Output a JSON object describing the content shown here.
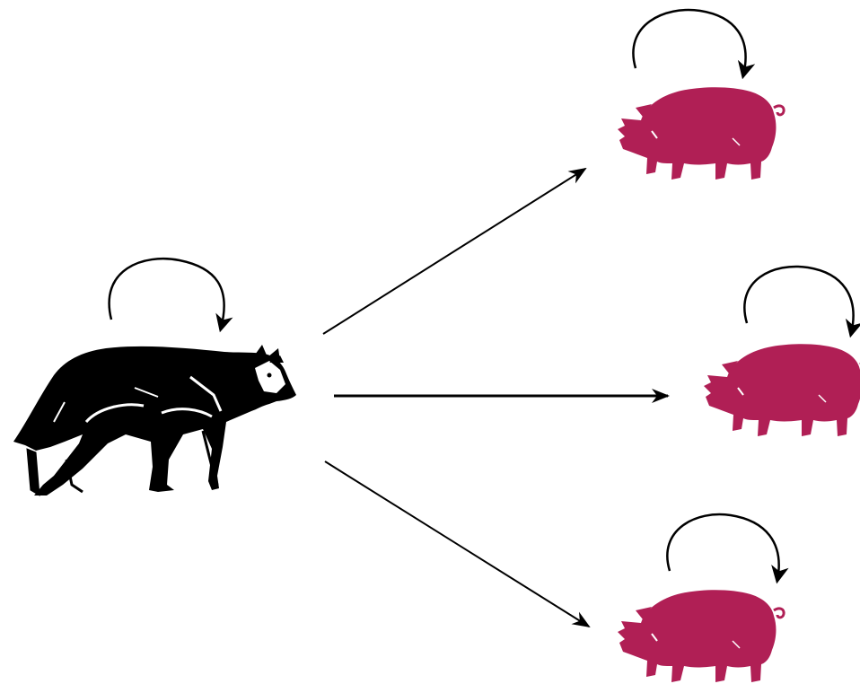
{
  "colors": {
    "wolf": "#000000",
    "pig": "#b01f55",
    "arrow": "#000000",
    "background": "#ffffff"
  },
  "nodes": [
    {
      "id": "wolf",
      "kind": "wolf-icon"
    },
    {
      "id": "pig-top",
      "kind": "pig-icon"
    },
    {
      "id": "pig-middle",
      "kind": "pig-icon"
    },
    {
      "id": "pig-bottom",
      "kind": "pig-icon"
    }
  ],
  "edges": [
    {
      "from": "wolf",
      "to": "pig-top"
    },
    {
      "from": "wolf",
      "to": "pig-middle"
    },
    {
      "from": "wolf",
      "to": "pig-bottom"
    }
  ],
  "self_loops": [
    "wolf",
    "pig-top",
    "pig-middle",
    "pig-bottom"
  ]
}
